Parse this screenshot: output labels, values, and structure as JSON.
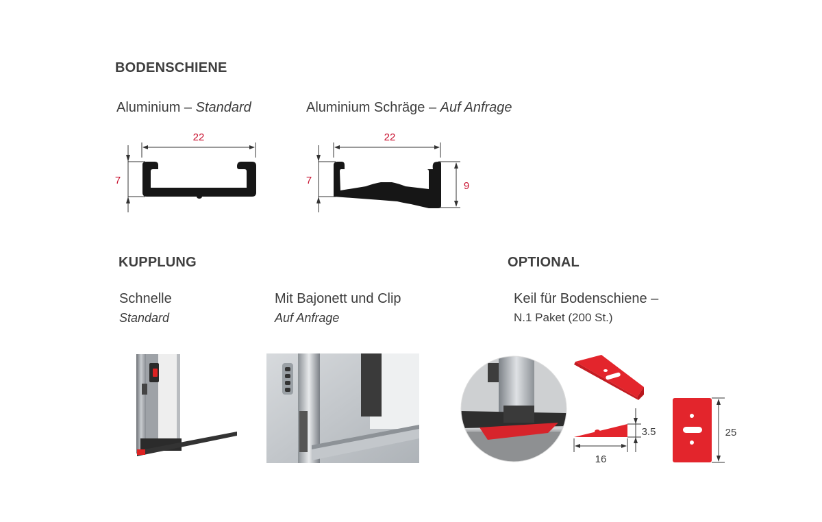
{
  "bodenschiene": {
    "heading": "BODENSCHIENE",
    "items": [
      {
        "name": "Aluminium",
        "sep": " – ",
        "note": "Standard",
        "width": "22",
        "height": "7"
      },
      {
        "name": "Aluminium Schräge",
        "sep": " – ",
        "note": "Auf Anfrage",
        "width": "22",
        "height_left": "7",
        "height_right": "9"
      }
    ]
  },
  "kupplung": {
    "heading": "KUPPLUNG",
    "items": [
      {
        "name": "Schnelle",
        "note": "Standard"
      },
      {
        "name": "Mit Bajonett und Clip",
        "note": "Auf Anfrage"
      }
    ]
  },
  "optional": {
    "heading": "OPTIONAL",
    "item": {
      "name": "Keil für Bodenschiene –",
      "note": "N.1 Paket (200 St.)"
    },
    "wedge_height": "3.5",
    "wedge_length": "16",
    "plate_height": "25"
  },
  "colors": {
    "dimension": "#c8102e",
    "wedge": "#e3252c",
    "profile": "#1a1a1a"
  }
}
